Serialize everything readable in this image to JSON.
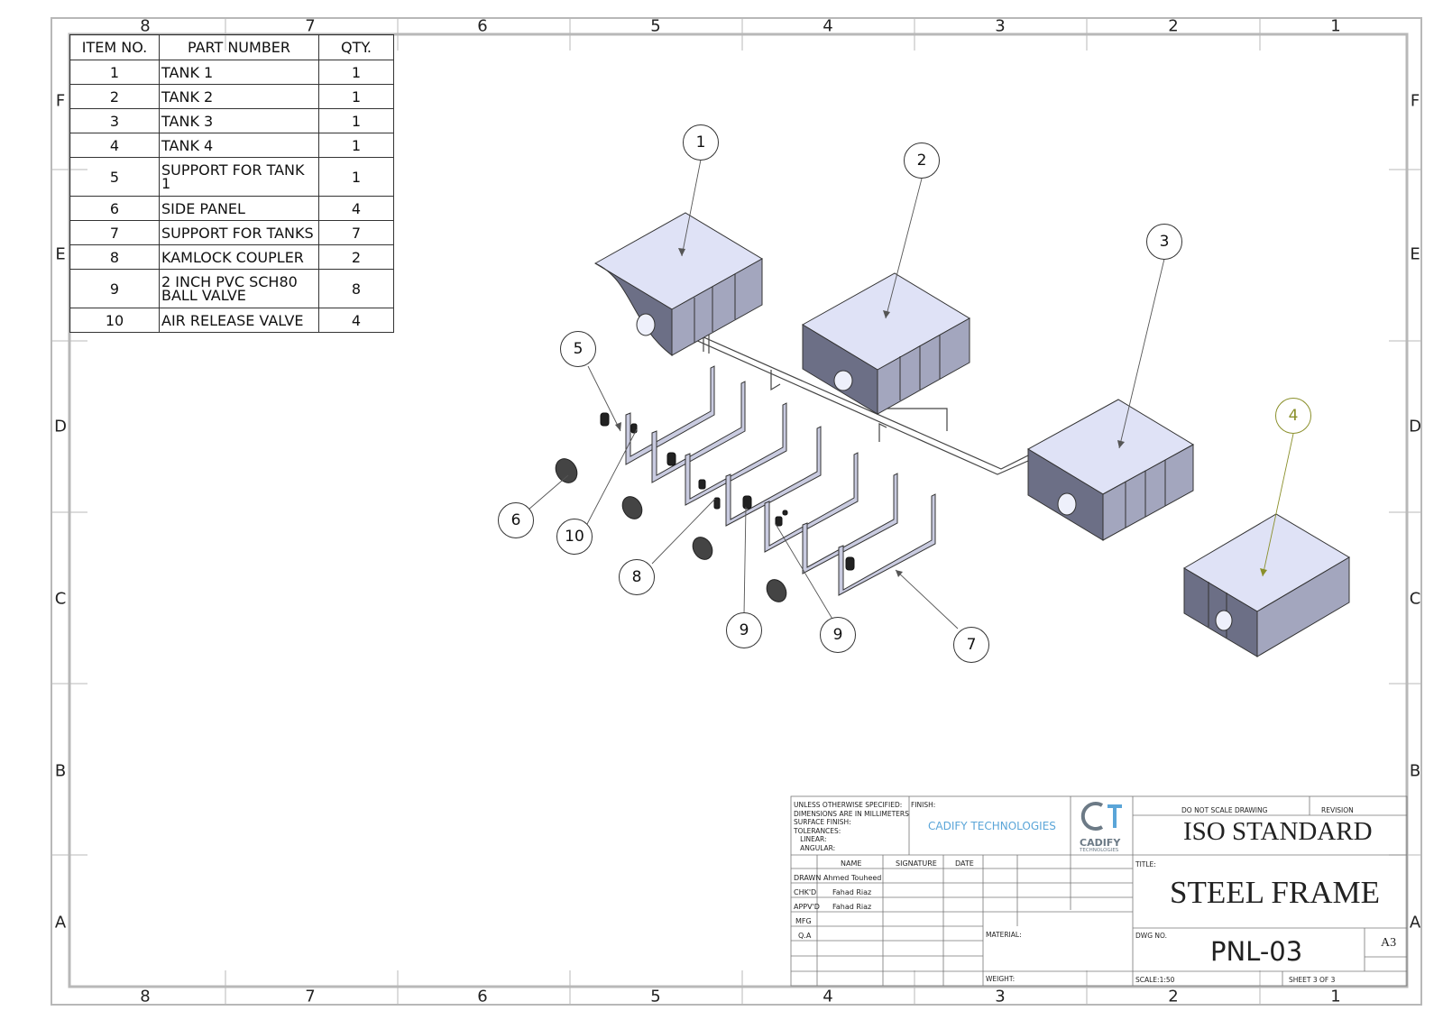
{
  "zones": {
    "columns": [
      "8",
      "7",
      "6",
      "5",
      "4",
      "3",
      "2",
      "1"
    ],
    "rows": [
      "F",
      "E",
      "D",
      "C",
      "B",
      "A"
    ]
  },
  "bom": {
    "headers": [
      "ITEM NO.",
      "PART NUMBER",
      "QTY."
    ],
    "rows": [
      {
        "item": "1",
        "part": "TANK 1",
        "qty": "1"
      },
      {
        "item": "2",
        "part": "TANK 2",
        "qty": "1"
      },
      {
        "item": "3",
        "part": "TANK 3",
        "qty": "1"
      },
      {
        "item": "4",
        "part": "TANK 4",
        "qty": "1"
      },
      {
        "item": "5",
        "part": "SUPPORT FOR TANK 1",
        "qty": "1"
      },
      {
        "item": "6",
        "part": "SIDE PANEL",
        "qty": "4"
      },
      {
        "item": "7",
        "part": "SUPPORT FOR TANKS",
        "qty": "7"
      },
      {
        "item": "8",
        "part": "KAMLOCK COUPLER",
        "qty": "2"
      },
      {
        "item": "9",
        "part": "2 INCH PVC SCH80 BALL VALVE",
        "qty": "8"
      },
      {
        "item": "10",
        "part": "AIR RELEASE VALVE",
        "qty": "4"
      }
    ]
  },
  "balloons": [
    "1",
    "2",
    "3",
    "4",
    "5",
    "6",
    "10",
    "8",
    "9",
    "9",
    "7"
  ],
  "title_block": {
    "notes": [
      "UNLESS OTHERWISE SPECIFIED:",
      "DIMENSIONS ARE IN MILLIMETERS",
      "SURFACE FINISH:",
      "TOLERANCES:",
      "   LINEAR:",
      "   ANGULAR:"
    ],
    "finish_label": "FINISH:",
    "company": "CADIFY TECHNOLOGIES",
    "logo_text": "CADIFY",
    "logo_subtext": "TECHNOLOGIES",
    "do_not_scale": "DO NOT SCALE DRAWING",
    "revision_label": "REVISION",
    "standard": "ISO STANDARD",
    "col_name": "NAME",
    "col_signature": "SIGNATURE",
    "col_date": "DATE",
    "roles": [
      {
        "role": "DRAWN",
        "name": "Ahmed Touheed"
      },
      {
        "role": "CHK'D",
        "name": "Fahad Riaz"
      },
      {
        "role": "APPV'D",
        "name": "Fahad Riaz"
      },
      {
        "role": "MFG",
        "name": ""
      },
      {
        "role": "Q.A",
        "name": ""
      }
    ],
    "title_label": "TITLE:",
    "title": "STEEL FRAME",
    "material_label": "MATERIAL:",
    "weight_label": "WEIGHT:",
    "dwg_label": "DWG NO.",
    "dwg_no": "PNL-03",
    "size": "A3",
    "scale": "SCALE:1:50",
    "sheet": "SHEET 3 OF 3"
  },
  "colors": {
    "tank_top": "#dfe2f6",
    "tank_side": "#a3a6be",
    "tank_front": "#6c6f86",
    "balloon_olive": "#8a8f2a",
    "company_text": "#5aa5d8"
  }
}
